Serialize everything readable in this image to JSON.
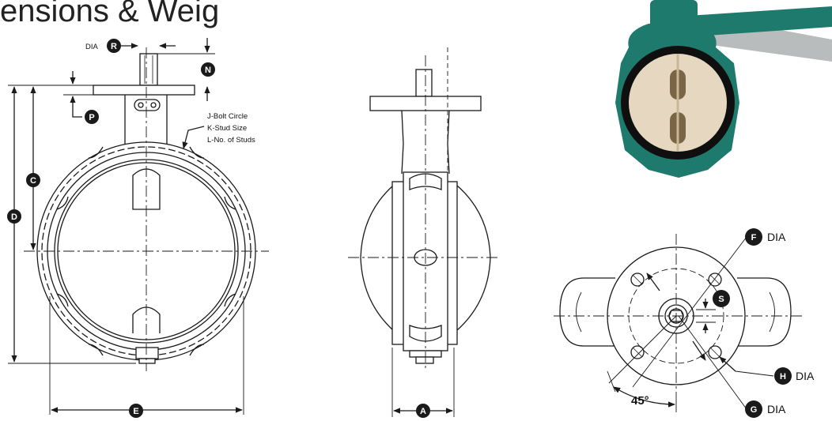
{
  "header": {
    "title_fragment": "ensions & Weig"
  },
  "callouts": {
    "A": "A",
    "C": "C",
    "D": "D",
    "E": "E",
    "F": "F",
    "G": "G",
    "H": "H",
    "N": "N",
    "P": "P",
    "R": "R",
    "S": "S"
  },
  "labels": {
    "dia": "DIA",
    "bolt_circle": "J-Bolt Circle",
    "stud_size": "K-Stud Size",
    "num_studs": "L-No. of Studs",
    "angle": "45°"
  },
  "colors": {
    "line": "#1a1a1a",
    "badge": "#1a1a1a",
    "body_green": "#1f7a6e",
    "disc_cream": "#e6d8c0",
    "handle_gray": "#b9bcbc"
  }
}
